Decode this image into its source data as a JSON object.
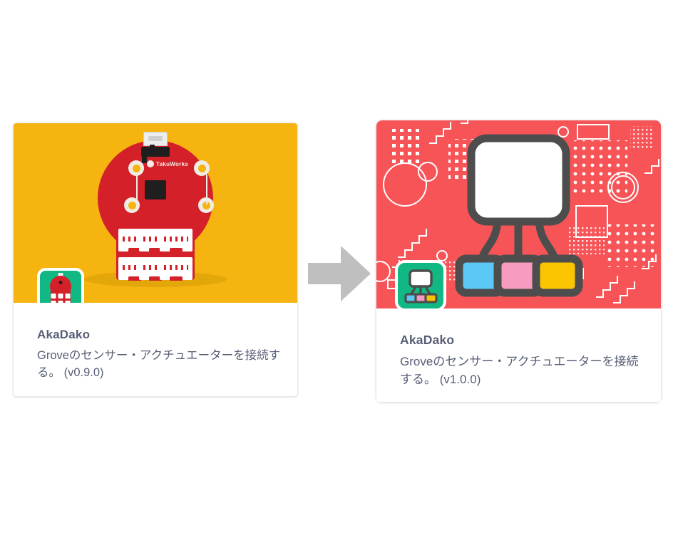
{
  "page": {
    "background": "#ffffff",
    "description": "Side-by-side comparison of an extension library card before and after an update, joined by a gray right arrow."
  },
  "arrow": {
    "icon": "arrow-right-icon",
    "color": "#BFBFBF",
    "direction": "right"
  },
  "cards": [
    {
      "id": "old",
      "title": "AkaDako",
      "description": "Groveのセンサー・アクチュエーターを接続する。 (v0.9.0)",
      "version": "v0.9.0",
      "banner_color": "#F5B40F",
      "badge_color": "#12B883",
      "badge_icon": "akadako-board-icon",
      "title_color": "#575E75",
      "description_color": "#575E75",
      "illustration": "akadako-round-board-photo"
    },
    {
      "id": "new",
      "title": "AkaDako",
      "description": "Groveのセンサー・アクチュエーターを接続する。 (v1.0.0)",
      "version": "v1.0.0",
      "banner_color": "#F75458",
      "badge_color": "#12B883",
      "badge_icon": "hub-blocks-icon",
      "title_color": "#575E75",
      "description_color": "#575E75",
      "illustration": "hub-with-three-modules-graphic"
    }
  ],
  "illustration_colors": {
    "board_red": "#D42028",
    "pad_cream": "#F0EDE4",
    "chip_black": "#1F1F1F",
    "outline_gray": "#4D4D4D",
    "module_blue": "#5BC8F5",
    "module_pink": "#F79BC0",
    "module_yellow": "#FBC400",
    "hub_white": "#FFFFFF",
    "pattern_white": "#FFFFFF"
  }
}
